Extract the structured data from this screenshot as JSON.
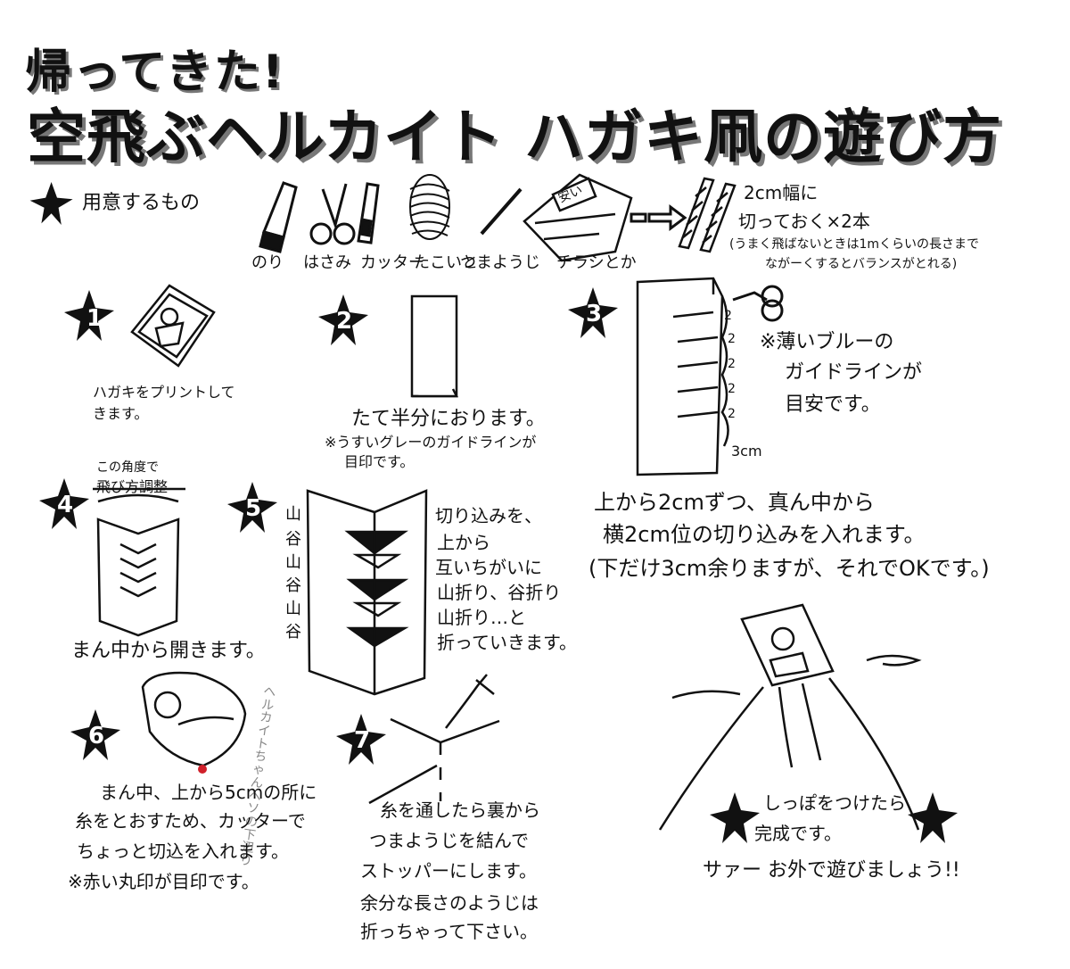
{
  "title": {
    "line1": "帰ってきた!",
    "line2": "空飛ぶヘルカイト ハガキ凧の遊び方"
  },
  "materials": {
    "heading": "用意するもの",
    "items": [
      "のり",
      "はさみ",
      "カッター",
      "たこいと",
      "つまようじ",
      "チラシとか"
    ],
    "flyer_label": "安い",
    "strip_note_1": "2cm幅に",
    "strip_note_2": "切っておく×2本",
    "strip_note_3": "(うまく飛ばないときは1mくらいの長さまで",
    "strip_note_4": "ながーくするとバランスがとれる)"
  },
  "steps": {
    "s1": {
      "num": "1",
      "text1": "ハガキをプリントして",
      "text2": "きます。"
    },
    "s2": {
      "num": "2",
      "text1": "たて半分におります。",
      "text2": "※うすいグレーのガイドラインが",
      "text3": "目印です。"
    },
    "s3": {
      "num": "3",
      "mark": "2",
      "bottom_mark": "3cm",
      "note1": "※薄いブルーの",
      "note2": "ガイドラインが",
      "note3": "目安です。",
      "text1": "上から2cmずつ、真ん中から",
      "text2": "横2cm位の切り込みを入れます。",
      "text3": "(下だけ3cm余りますが、それでOKです。)"
    },
    "s4": {
      "num": "4",
      "angle1": "この角度で",
      "angle2": "飛び方調整",
      "text": "まん中から開きます。"
    },
    "s5": {
      "num": "5",
      "fold_labels": [
        "山",
        "谷",
        "山",
        "谷",
        "山",
        "谷"
      ],
      "text1": "切り込みを、",
      "text2": "上から",
      "text3": "互いちがいに",
      "text4": "山折り、谷折り",
      "text5": "山折り…と",
      "text6": "折っていきます。"
    },
    "s6": {
      "num": "6",
      "side_note": "ヘルカイトちゃん ヘソの下辺り",
      "text1": "まん中、上から5cmの所に",
      "text2": "糸をとおすため、カッターで",
      "text3": "ちょっと切込を入れます。",
      "text4": "※赤い丸印が目印です。"
    },
    "s7": {
      "num": "7",
      "text1": "糸を通したら裏から",
      "text2": "つまようじを結んで",
      "text3": "ストッパーにします。",
      "text4": "余分な長さのようじは",
      "text5": "折っちゃって下さい。"
    },
    "finish": {
      "text1": "しっぽをつけたら",
      "text2": "完成です。",
      "text3": "サァー お外で遊びましょう!!"
    }
  },
  "colors": {
    "ink": "#111111",
    "shadow": "#777777",
    "red_dot": "#d0202a",
    "gray_note": "#888888"
  }
}
